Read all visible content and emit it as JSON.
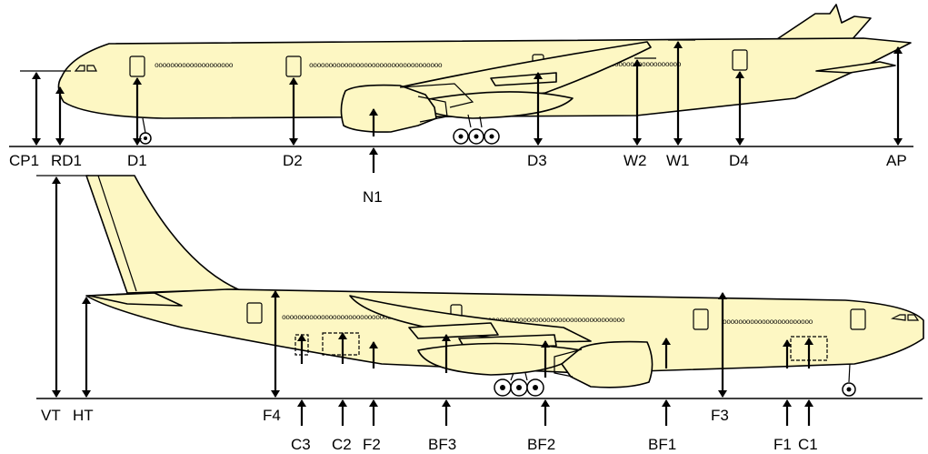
{
  "top_view": {
    "labels": [
      "CP1",
      "RD1",
      "D1",
      "D2",
      "N1",
      "D3",
      "W2",
      "W1",
      "D4",
      "AP"
    ]
  },
  "bottom_view": {
    "labels": [
      "VT",
      "HT",
      "F4",
      "C3",
      "C2",
      "F2",
      "BF3",
      "BF2",
      "BF1",
      "F3",
      "F1",
      "C1"
    ]
  },
  "colors": {
    "fuselage": "#fdf7c3",
    "outline": "#000000"
  }
}
